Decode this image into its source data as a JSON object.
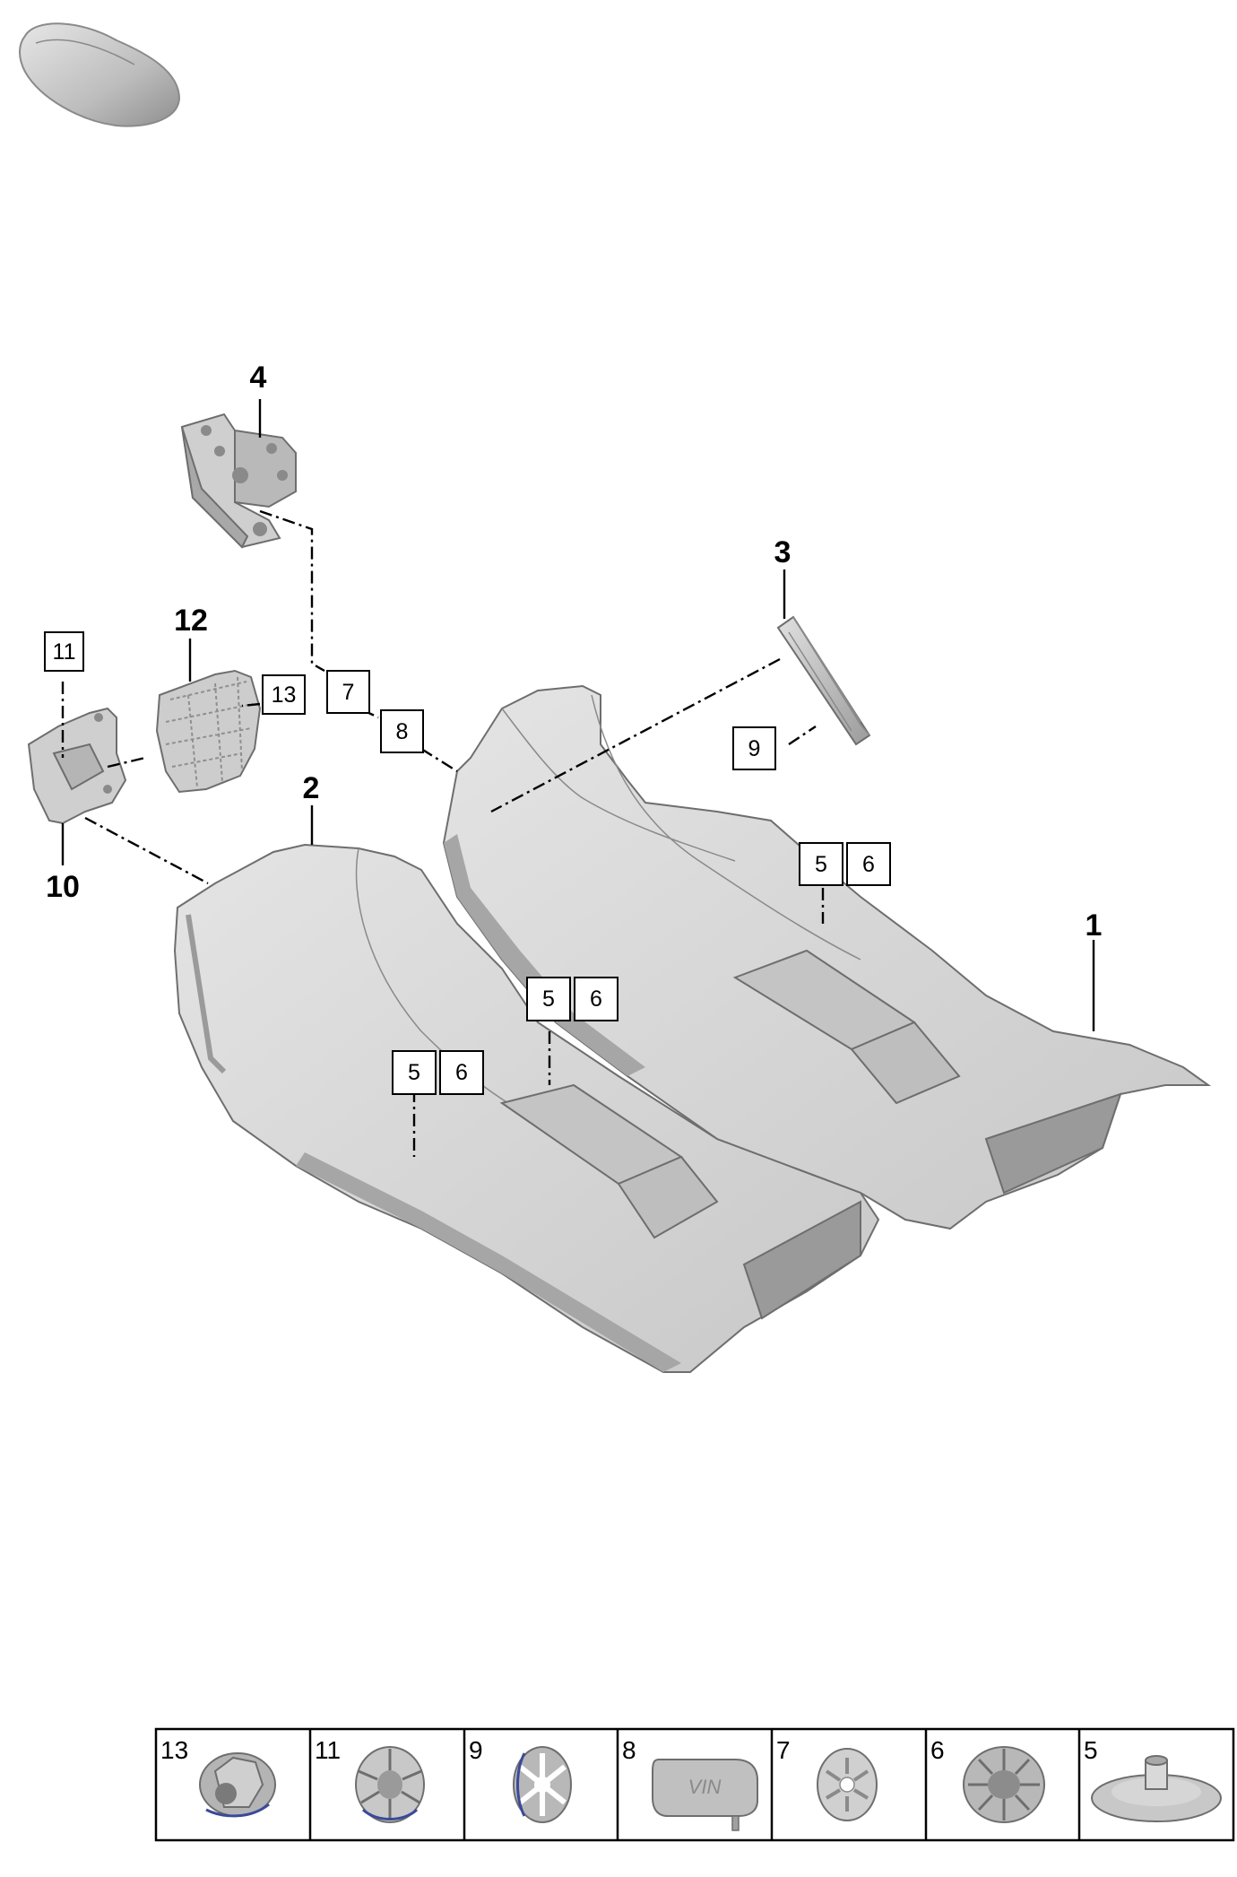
{
  "callouts": {
    "c1": "1",
    "c2": "2",
    "c3": "3",
    "c4": "4",
    "c10": "10",
    "c12": "12"
  },
  "boxed_labels": {
    "b5a": "5",
    "b6a": "6",
    "b5b": "5",
    "b6b": "6",
    "b5c": "5",
    "b6c": "6",
    "b7": "7",
    "b8": "8",
    "b9": "9",
    "b11": "11",
    "b13": "13"
  },
  "legend": {
    "tiles": [
      {
        "number": "13",
        "icon": "hex-nut-icon"
      },
      {
        "number": "11",
        "icon": "push-clip-icon"
      },
      {
        "number": "9",
        "icon": "star-clip-icon"
      },
      {
        "number": "8",
        "icon": "vin-cover-icon"
      },
      {
        "number": "7",
        "icon": "spring-clip-icon"
      },
      {
        "number": "6",
        "icon": "ribbed-fastener-icon"
      },
      {
        "number": "5",
        "icon": "disc-fastener-icon"
      }
    ],
    "vin_text": "VIN"
  },
  "colors": {
    "part_fill": "#d4d4d4",
    "part_shade": "#a9a9a9",
    "part_dark": "#7d7d7d",
    "line": "#000000"
  },
  "icons": {
    "car_thumbnail": "car-silhouette-icon"
  }
}
